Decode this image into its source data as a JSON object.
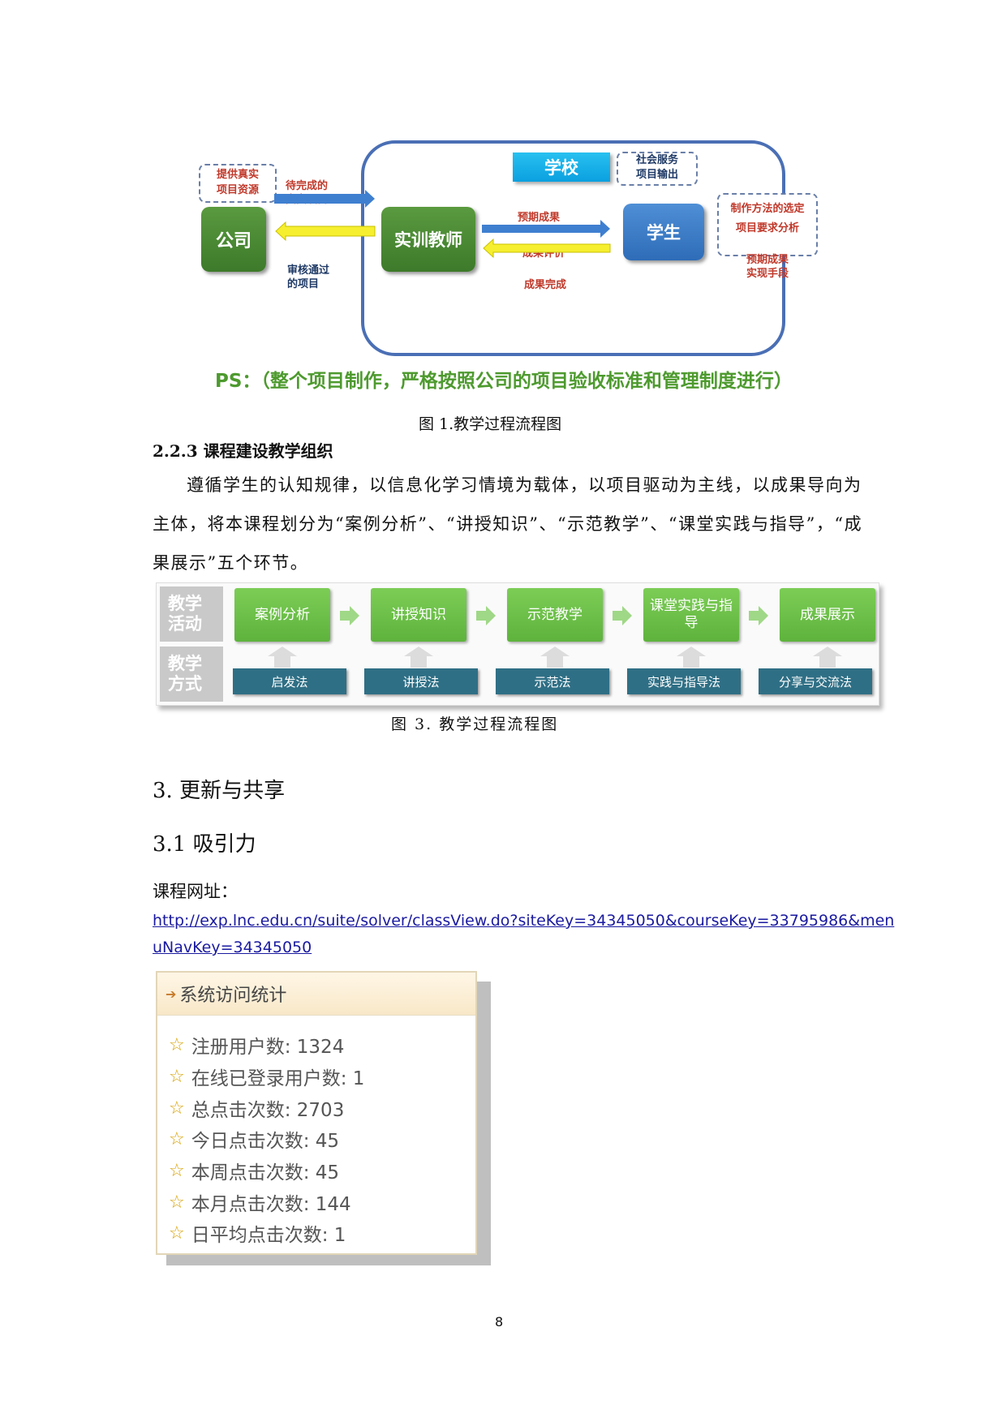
{
  "figure1": {
    "school": "学校",
    "social_service": [
      "社会服务",
      "项目输出"
    ],
    "provide": [
      "提供真实",
      "项目资源"
    ],
    "company": "公司",
    "teacher": "实训教师",
    "student": "学生",
    "pending": [
      "待完成的",
      "真实项目"
    ],
    "approved": [
      "审核通过",
      "的项目"
    ],
    "expected_result": "预期成果",
    "result_eval": "成果评价",
    "result_done": "成果完成",
    "methods": [
      "制作方法的选定",
      "项目要求分析"
    ],
    "means": [
      "预期成果",
      "实现手段"
    ],
    "ps": "PS：（整个项目制作，严格按照公司的项目验收标准和管理制度进行）",
    "caption": "图 1.教学过程流程图"
  },
  "section_223": {
    "heading": "2.2.3 课程建设教学组织",
    "paragraph": "遵循学生的认知规律，以信息化学习情境为载体，以项目驱动为主线，以成果导向为主体，将本课程划分为“案例分析”、“讲授知识”、“示范教学”、“课堂实践与指导”，“成果展示”五个环节。"
  },
  "figure3": {
    "row1_label": [
      "教学",
      "活动"
    ],
    "row2_label": [
      "教学",
      "方式"
    ],
    "activities": [
      "案例分析",
      "讲授知识",
      "示范教学",
      "课堂实践与指导",
      "成果展示"
    ],
    "methods": [
      "启发法",
      "讲授法",
      "示范法",
      "实践与指导法",
      "分享与交流法"
    ],
    "caption": "图 3. 教学过程流程图"
  },
  "section3": {
    "heading": "3. 更新与共享",
    "sub_heading": "3.1 吸引力",
    "url_label": "课程网址：",
    "url_line1": "http://exp.lnc.edu.cn/suite/solver/classView.do?siteKey=34345050&courseKey=33795986&men",
    "url_line2": "uNavKey=34345050"
  },
  "stats": {
    "title": "系统访问统计",
    "items": [
      "注册用户数: 1324",
      "在线已登录用户数: 1",
      "总点击次数: 2703",
      "今日点击次数: 45",
      "本周点击次数: 45",
      "本月点击次数: 144",
      "日平均点击次数: 1"
    ]
  },
  "page_number": "8"
}
